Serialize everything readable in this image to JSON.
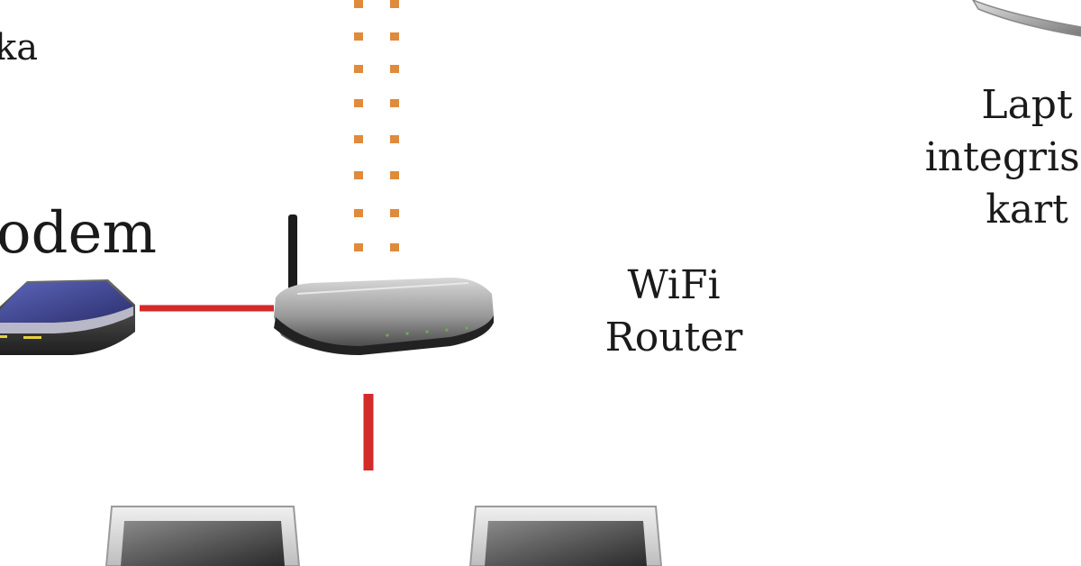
{
  "labels": {
    "partial_left": "ka",
    "modem": "odem",
    "wifi_router": [
      "WiFi",
      "Router"
    ],
    "laptop": [
      "Lapt",
      "integrisan",
      "kart"
    ]
  },
  "colors": {
    "wireless_dots": "#e08a3c",
    "wired_link": "#d42a2a",
    "text": "#1a1a1a"
  },
  "icons": [
    "modem-icon",
    "wifi-router-icon",
    "desktop-monitor-icon",
    "laptop-icon"
  ]
}
